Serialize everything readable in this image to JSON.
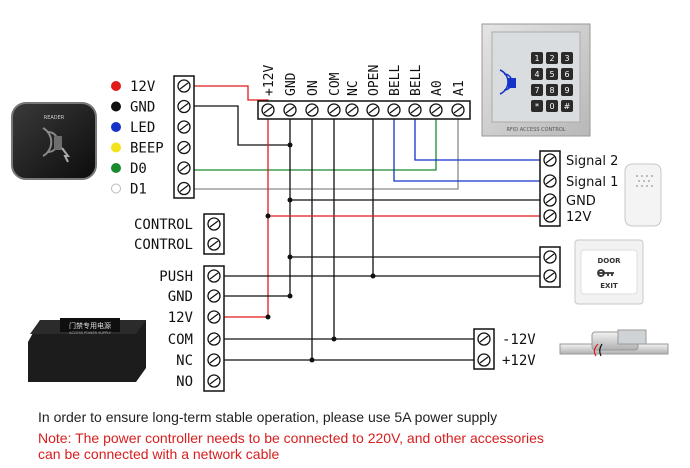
{
  "reader": {
    "logo_text": "READER",
    "terminals": [
      {
        "label": "12V",
        "color": "#e21b1b"
      },
      {
        "label": "GND",
        "color": "#111111"
      },
      {
        "label": "LED",
        "color": "#1433c8"
      },
      {
        "label": "BEEP",
        "color": "#f2e31a"
      },
      {
        "label": "D0",
        "color": "#1a8a2e"
      },
      {
        "label": "D1",
        "color": "#ffffff"
      }
    ]
  },
  "controller": {
    "terminals": [
      "+12V",
      "GND",
      "ON",
      "COM",
      "NC",
      "OPEN",
      "BELL",
      "BELL",
      "A0",
      "A1"
    ],
    "panel_text": "RFID ACCESS CONTROL",
    "keypad": [
      "1",
      "2",
      "3",
      "4",
      "5",
      "6",
      "7",
      "8",
      "9",
      "*",
      "0",
      "#"
    ]
  },
  "control_block": [
    "CONTROL",
    "CONTROL"
  ],
  "power_supply": {
    "terminals": [
      "PUSH",
      "GND",
      "12V",
      "COM",
      "NC",
      "NO"
    ],
    "brand_text": "门禁专用电源",
    "sub_text": "ACCESS POWER SUPPLY"
  },
  "doorbell": {
    "terminals": [
      "Signal 2",
      "Signal 1",
      "GND",
      "12V"
    ]
  },
  "exit_button": {
    "top_text": "DOOR",
    "bottom_text": "EXIT"
  },
  "lock": {
    "terminals": [
      "-12V",
      "+12V"
    ]
  },
  "notes": {
    "line1": "In order to ensure long-term stable operation, please use 5A power supply",
    "line2": "Note: The power controller needs to be connected to 220V, and other accessories can be connected with a network cable"
  },
  "colors": {
    "red": "#e21b1b",
    "black": "#111111",
    "blue": "#1433c8",
    "green": "#1a8a2e",
    "gray": "#8a8a8a",
    "note_red": "#d81e1e"
  }
}
